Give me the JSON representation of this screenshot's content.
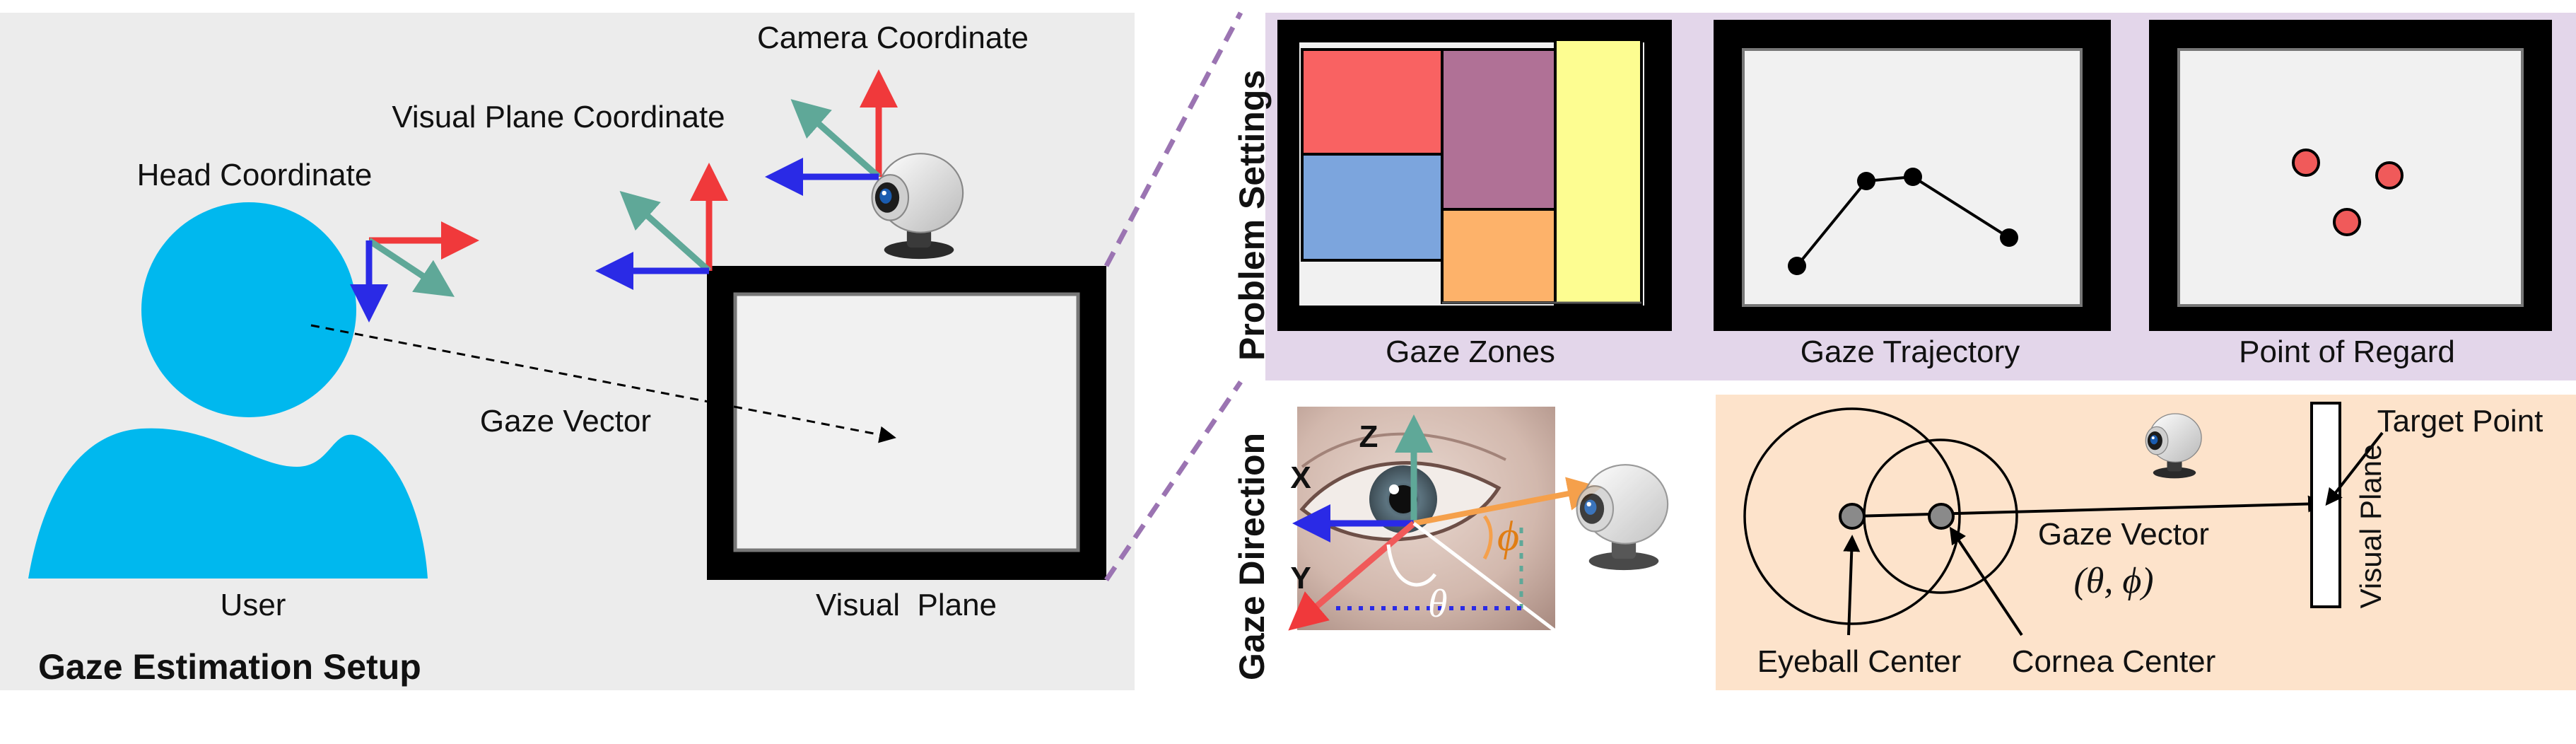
{
  "setup": {
    "title": "Gaze Estimation Setup",
    "user_label": "User",
    "head_coordinate": "Head Coordinate",
    "visual_plane_coordinate": "Visual Plane Coordinate",
    "camera_coordinate": "Camera Coordinate",
    "gaze_vector": "Gaze Vector",
    "visual_plane": "Visual  Plane"
  },
  "problem_settings": {
    "side_label": "Problem Settings",
    "panels": [
      {
        "caption": "Gaze Zones"
      },
      {
        "caption": "Gaze Trajectory"
      },
      {
        "caption": "Point of Regard"
      }
    ],
    "zone_colors": [
      "#f96262",
      "#b07196",
      "#fdfd91",
      "#7ca5dd",
      "#fdb26a"
    ]
  },
  "gaze_direction": {
    "side_label": "Gaze Direction",
    "axis_z": "Z",
    "axis_x": "X",
    "axis_y": "Y",
    "phi": "ϕ",
    "theta": "θ"
  },
  "eye_model": {
    "target_point": "Target Point",
    "gaze_vector": "Gaze Vector",
    "angles": "(θ, ϕ)",
    "visual_plane": "Visual Plane",
    "eyeball_center": "Eyeball Center",
    "cornea_center": "Cornea Center"
  },
  "colors": {
    "user_blue": "#00b8ee",
    "axis_red": "#f0393b",
    "axis_green": "#5fa898",
    "axis_blue": "#2a2ae6",
    "panel_gray": "#ececec",
    "problem_bg": "#e3d6ea",
    "eye_model_bg": "#fde3cb",
    "dash_purple": "#9b74b2",
    "orange_arrow": "#f5a04b"
  }
}
